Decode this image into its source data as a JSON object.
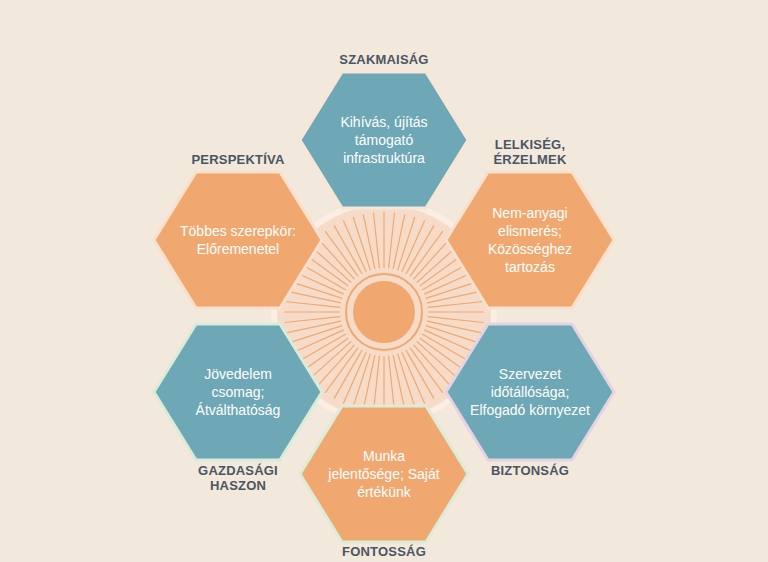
{
  "diagram": {
    "nodes": [
      {
        "text": [
          "SZAKMAISÁG",
          "Kihívás, újítás támogató infrastruktúra"
        ]
      },
      {
        "text": [
          "PERSPEKTÍVA",
          "Többes szerepkör: Előremenetel"
        ]
      },
      {
        "text": [
          "LELKISÉG, ÉRZELMEK",
          "Nem-anyagi elismerés; Közösséghez tartozás"
        ]
      },
      {
        "text": [
          "GAZDASÁGI HASZON",
          "Jövedelem csomag; Átválthatóság"
        ]
      },
      {
        "text": [
          "BIZTONSÁG",
          "Szervezet időtállósága; Elfogadó környezet"
        ]
      },
      {
        "text": [
          "FONTOSSÁG",
          "Munka jelentősége; Saját értékünk"
        ]
      }
    ]
  }
}
